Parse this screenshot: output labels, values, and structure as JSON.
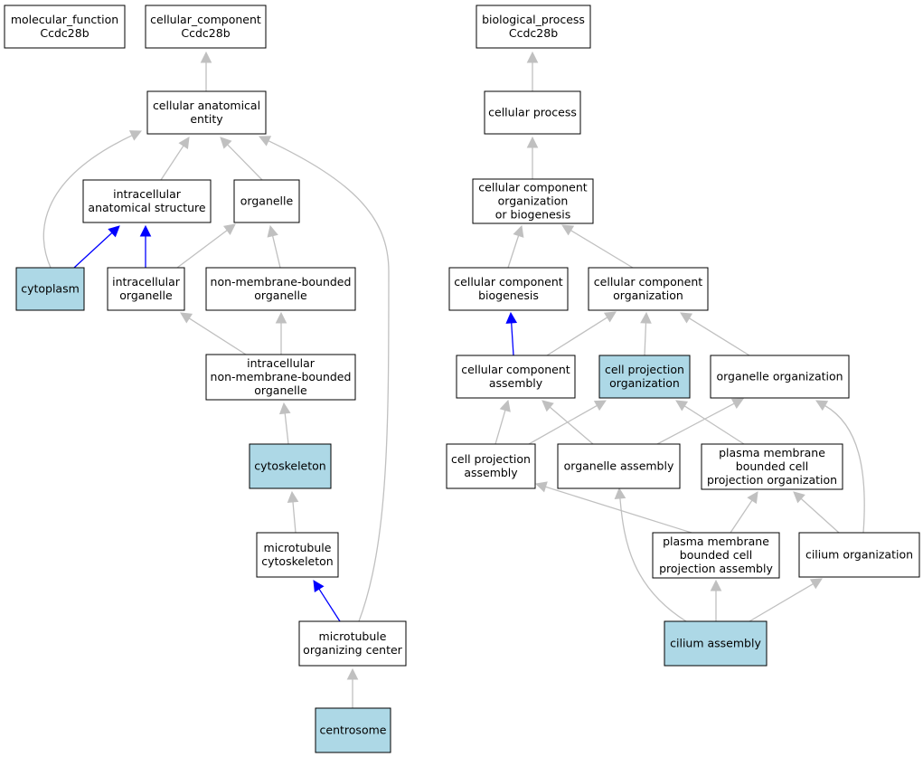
{
  "colors": {
    "highlight_fill": "#add8e6",
    "plain_fill": "#ffffff",
    "edge_gray": "#c0c0c0",
    "edge_blue": "#0000ff"
  },
  "nodes": [
    {
      "id": "molecular_function",
      "lines": [
        "molecular_function",
        "Ccdc28b"
      ],
      "highlight": false
    },
    {
      "id": "cellular_component",
      "lines": [
        "cellular_component",
        "Ccdc28b"
      ],
      "highlight": false
    },
    {
      "id": "biological_process",
      "lines": [
        "biological_process",
        "Ccdc28b"
      ],
      "highlight": false
    },
    {
      "id": "cellular_anatomical_entity",
      "lines": [
        "cellular anatomical",
        "entity"
      ],
      "highlight": false
    },
    {
      "id": "cellular_process",
      "lines": [
        "cellular process"
      ],
      "highlight": false
    },
    {
      "id": "intracellular_anatomical_structure",
      "lines": [
        "intracellular",
        "anatomical structure"
      ],
      "highlight": false
    },
    {
      "id": "organelle",
      "lines": [
        "organelle"
      ],
      "highlight": false
    },
    {
      "id": "ccob",
      "lines": [
        "cellular component",
        "organization",
        "or biogenesis"
      ],
      "highlight": false
    },
    {
      "id": "cytoplasm",
      "lines": [
        "cytoplasm"
      ],
      "highlight": true
    },
    {
      "id": "intracellular_organelle",
      "lines": [
        "intracellular",
        "organelle"
      ],
      "highlight": false
    },
    {
      "id": "non_membrane_bounded_organelle",
      "lines": [
        "non-membrane-bounded",
        "organelle"
      ],
      "highlight": false
    },
    {
      "id": "cc_biogenesis",
      "lines": [
        "cellular component",
        "biogenesis"
      ],
      "highlight": false
    },
    {
      "id": "cc_organization",
      "lines": [
        "cellular component",
        "organization"
      ],
      "highlight": false
    },
    {
      "id": "intracellular_nmbo",
      "lines": [
        "intracellular",
        "non-membrane-bounded",
        "organelle"
      ],
      "highlight": false
    },
    {
      "id": "cc_assembly",
      "lines": [
        "cellular component",
        "assembly"
      ],
      "highlight": false
    },
    {
      "id": "cell_projection_organization",
      "lines": [
        "cell projection",
        "organization"
      ],
      "highlight": true
    },
    {
      "id": "organelle_organization",
      "lines": [
        "organelle organization"
      ],
      "highlight": false
    },
    {
      "id": "cytoskeleton",
      "lines": [
        "cytoskeleton"
      ],
      "highlight": true
    },
    {
      "id": "cell_projection_assembly",
      "lines": [
        "cell projection",
        "assembly"
      ],
      "highlight": false
    },
    {
      "id": "organelle_assembly",
      "lines": [
        "organelle assembly"
      ],
      "highlight": false
    },
    {
      "id": "pmbcpo",
      "lines": [
        "plasma membrane",
        "bounded cell",
        "projection organization"
      ],
      "highlight": false
    },
    {
      "id": "microtubule_cytoskeleton",
      "lines": [
        "microtubule",
        "cytoskeleton"
      ],
      "highlight": false
    },
    {
      "id": "pmbcpa",
      "lines": [
        "plasma membrane",
        "bounded cell",
        "projection assembly"
      ],
      "highlight": false
    },
    {
      "id": "cilium_organization",
      "lines": [
        "cilium organization"
      ],
      "highlight": false
    },
    {
      "id": "mtoc",
      "lines": [
        "microtubule",
        "organizing center"
      ],
      "highlight": false
    },
    {
      "id": "cilium_assembly",
      "lines": [
        "cilium assembly"
      ],
      "highlight": true
    },
    {
      "id": "centrosome",
      "lines": [
        "centrosome"
      ],
      "highlight": true
    }
  ],
  "edges": [
    {
      "from": "cellular_anatomical_entity",
      "to": "cellular_component",
      "color": "gray"
    },
    {
      "from": "intracellular_anatomical_structure",
      "to": "cellular_anatomical_entity",
      "color": "gray"
    },
    {
      "from": "organelle",
      "to": "cellular_anatomical_entity",
      "color": "gray"
    },
    {
      "from": "cytoplasm",
      "to": "cellular_anatomical_entity",
      "color": "gray"
    },
    {
      "from": "mtoc",
      "to": "cellular_anatomical_entity",
      "color": "gray"
    },
    {
      "from": "cytoplasm",
      "to": "intracellular_anatomical_structure",
      "color": "blue"
    },
    {
      "from": "intracellular_organelle",
      "to": "intracellular_anatomical_structure",
      "color": "blue"
    },
    {
      "from": "intracellular_organelle",
      "to": "organelle",
      "color": "gray"
    },
    {
      "from": "non_membrane_bounded_organelle",
      "to": "organelle",
      "color": "gray"
    },
    {
      "from": "intracellular_nmbo",
      "to": "intracellular_organelle",
      "color": "gray"
    },
    {
      "from": "intracellular_nmbo",
      "to": "non_membrane_bounded_organelle",
      "color": "gray"
    },
    {
      "from": "cytoskeleton",
      "to": "intracellular_nmbo",
      "color": "gray"
    },
    {
      "from": "microtubule_cytoskeleton",
      "to": "cytoskeleton",
      "color": "gray"
    },
    {
      "from": "mtoc",
      "to": "microtubule_cytoskeleton",
      "color": "blue"
    },
    {
      "from": "centrosome",
      "to": "mtoc",
      "color": "gray"
    },
    {
      "from": "cellular_process",
      "to": "biological_process",
      "color": "gray"
    },
    {
      "from": "ccob",
      "to": "cellular_process",
      "color": "gray"
    },
    {
      "from": "cc_biogenesis",
      "to": "ccob",
      "color": "gray"
    },
    {
      "from": "cc_organization",
      "to": "ccob",
      "color": "gray"
    },
    {
      "from": "cc_assembly",
      "to": "cc_biogenesis",
      "color": "blue"
    },
    {
      "from": "cc_assembly",
      "to": "cc_organization",
      "color": "gray"
    },
    {
      "from": "cell_projection_organization",
      "to": "cc_organization",
      "color": "gray"
    },
    {
      "from": "organelle_organization",
      "to": "cc_organization",
      "color": "gray"
    },
    {
      "from": "cell_projection_assembly",
      "to": "cc_assembly",
      "color": "gray"
    },
    {
      "from": "organelle_assembly",
      "to": "cc_assembly",
      "color": "gray"
    },
    {
      "from": "cell_projection_assembly",
      "to": "cell_projection_organization",
      "color": "gray"
    },
    {
      "from": "pmbcpo",
      "to": "cell_projection_organization",
      "color": "gray"
    },
    {
      "from": "organelle_assembly",
      "to": "organelle_organization",
      "color": "gray"
    },
    {
      "from": "cilium_organization",
      "to": "organelle_organization",
      "color": "gray"
    },
    {
      "from": "pmbcpa",
      "to": "cell_projection_assembly",
      "color": "gray"
    },
    {
      "from": "pmbcpa",
      "to": "pmbcpo",
      "color": "gray"
    },
    {
      "from": "cilium_organization",
      "to": "pmbcpo",
      "color": "gray"
    },
    {
      "from": "cilium_assembly",
      "to": "organelle_assembly",
      "color": "gray"
    },
    {
      "from": "cilium_assembly",
      "to": "pmbcpa",
      "color": "gray"
    },
    {
      "from": "cilium_assembly",
      "to": "cilium_organization",
      "color": "gray"
    }
  ]
}
